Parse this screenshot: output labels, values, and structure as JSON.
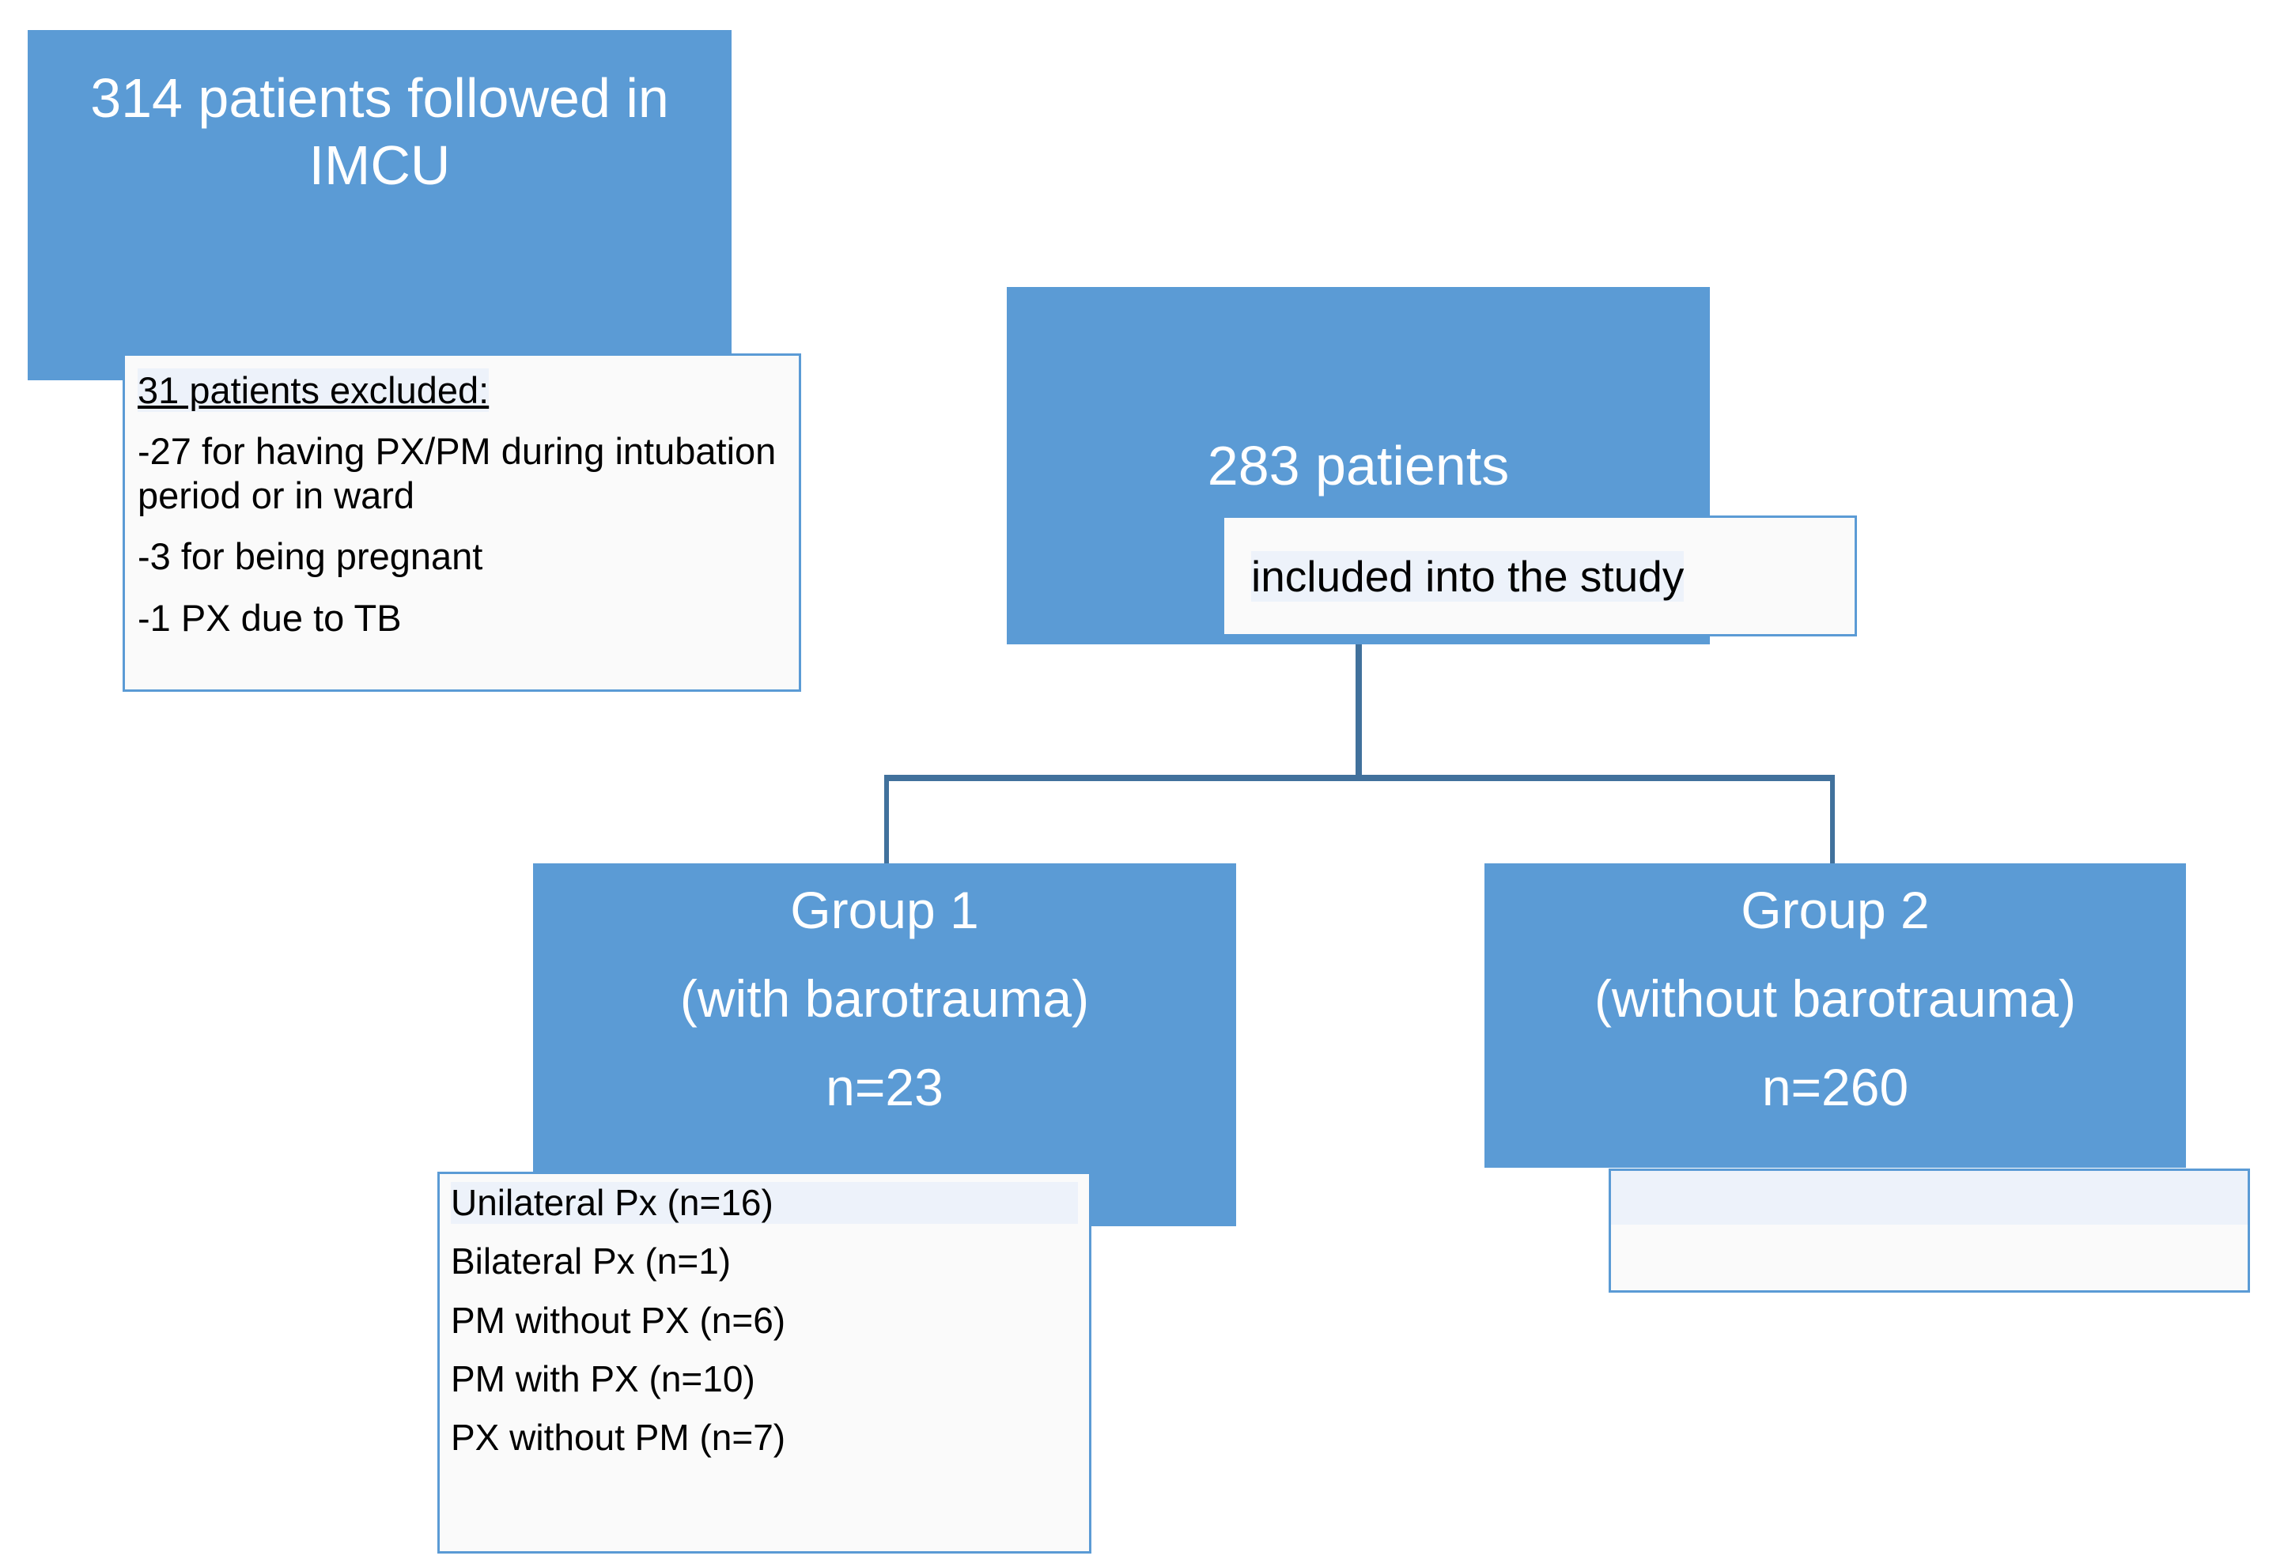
{
  "diagram": {
    "title": "Study patient flow diagram",
    "colors": {
      "node_fill": "#5B9BD5",
      "node_text": "#FFFFFF",
      "callout_fill": "#FAFAFA",
      "callout_highlight": "#EDF2FA",
      "callout_border": "#5B9BD5",
      "connector": "#41719C"
    },
    "nodes": {
      "imcu": {
        "line1": "314 patients followed in",
        "line2": "IMCU"
      },
      "excluded": {
        "header": "31 patients excluded:",
        "reasons": [
          "-27 for having PX/PM during intubation period or in ward",
          "-3 for being pregnant",
          "-1 PX due to TB"
        ]
      },
      "included": {
        "count_line": "283 patients",
        "callout": "included into the study"
      },
      "group1": {
        "line1": "Group 1",
        "line2": "(with barotrauma)",
        "line3": "n=23",
        "details": [
          "Unilateral Px (n=16)",
          "Bilateral Px (n=1)",
          "PM without PX (n=6)",
          "PM with PX (n=10)",
          "PX without PM (n=7)"
        ]
      },
      "group2": {
        "line1": "Group 2",
        "line2": "(without barotrauma)",
        "line3": "n=260",
        "details": []
      }
    }
  }
}
